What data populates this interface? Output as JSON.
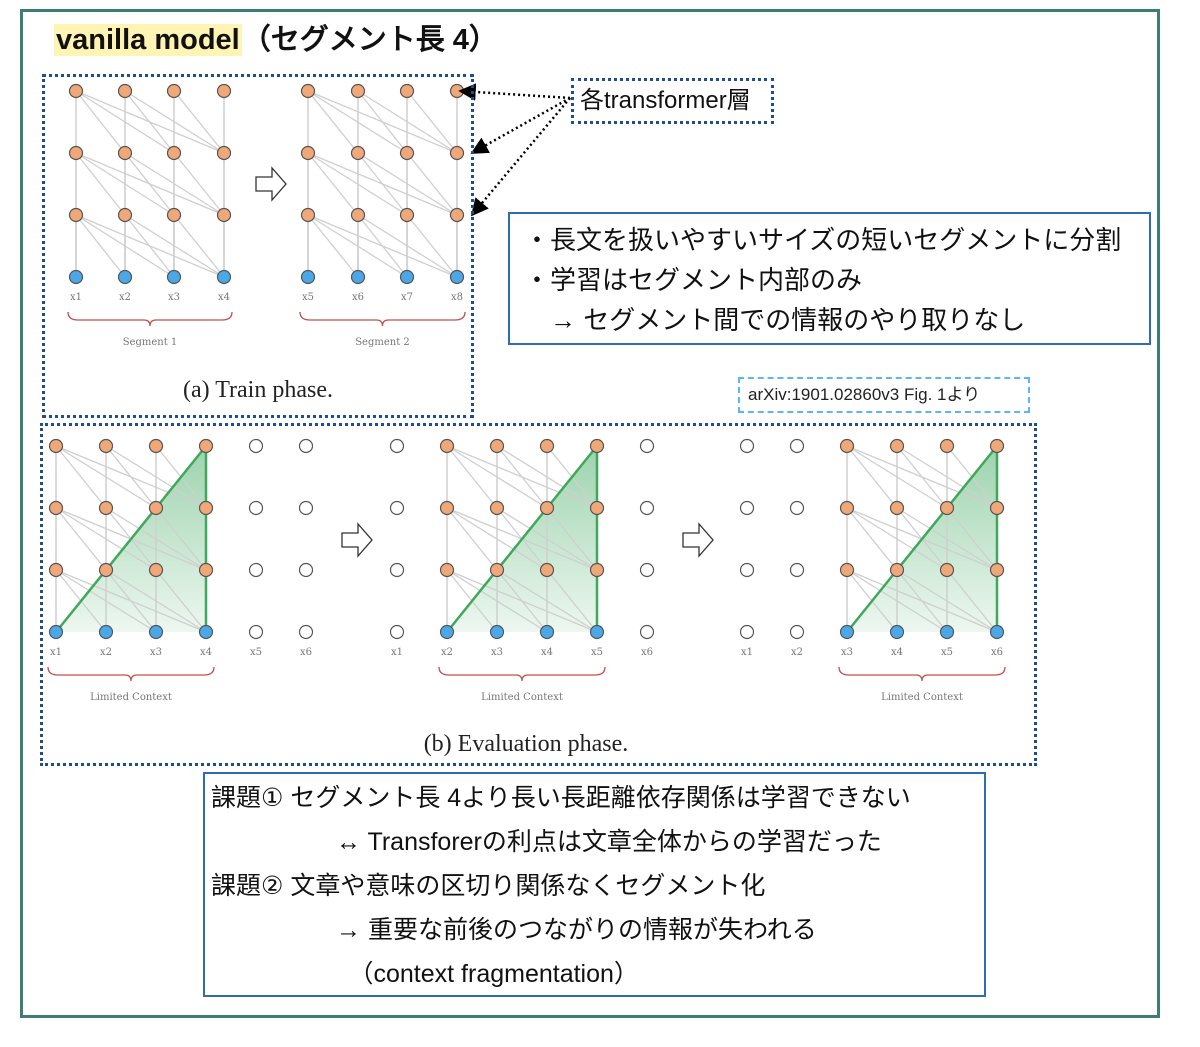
{
  "slide": {
    "title_highlight": "vanilla model",
    "title_rest": "（セグメント長 4）",
    "layer_label": "各transformer層",
    "citation": "arXiv:1901.02860v3 Fig. 1より",
    "note_top": [
      "・長文を扱いやすいサイズの短いセグメントに分割",
      "・学習はセグメント内部のみ",
      "　→ セグメント間での情報のやり取りなし"
    ],
    "note_bottom": [
      "課題① セグメント長 4より長い長距離依存関係は学習できない",
      "　　　　　↔ Transforerの利点は文章全体からの学習だった",
      "課題② 文章や意味の区切り関係なくセグメント化",
      "　　　　　→ 重要な前後のつながりの情報が失われる",
      "　　　　　　（context fragmentation）"
    ]
  },
  "figure_a": {
    "caption": "(a) Train phase.",
    "segments": [
      {
        "label": "Segment 1",
        "tokens": [
          "x1",
          "x2",
          "x3",
          "x4"
        ]
      },
      {
        "label": "Segment 2",
        "tokens": [
          "x5",
          "x6",
          "x7",
          "x8"
        ]
      }
    ],
    "layers": 4
  },
  "figure_b": {
    "caption": "(b) Evaluation phase.",
    "context_label": "Limited Context",
    "panels": [
      {
        "tokens": [
          "x1",
          "x2",
          "x3",
          "x4",
          "x5",
          "x6"
        ],
        "active_start": 0
      },
      {
        "tokens": [
          "x1",
          "x2",
          "x3",
          "x4",
          "x5",
          "x6"
        ],
        "active_start": 1
      },
      {
        "tokens": [
          "x1",
          "x2",
          "x3",
          "x4",
          "x5",
          "x6"
        ],
        "active_start": 2
      }
    ]
  },
  "colors": {
    "frame": "#3c7d76",
    "hidden_node": "#f0a878",
    "input_node": "#4aa8e8",
    "context_fill": "#4caf6a",
    "brace": "#c0504d",
    "dotted_border": "#1f4e8c",
    "note_border": "#2e6db3"
  }
}
